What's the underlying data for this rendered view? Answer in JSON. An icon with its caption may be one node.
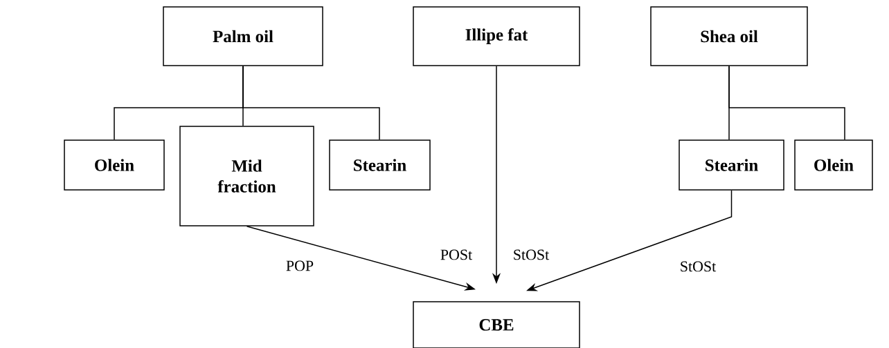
{
  "diagram": {
    "nodes": [
      {
        "text": [
          "Palm oil"
        ]
      },
      {
        "text": [
          "Illipe fat"
        ]
      },
      {
        "text": [
          "Shea oil"
        ]
      },
      {
        "text": [
          "Olein"
        ]
      },
      {
        "text": [
          "Mid fraction"
        ]
      },
      {
        "text": [
          "Stearin"
        ]
      },
      {
        "text": [
          "Stearin"
        ]
      },
      {
        "text": [
          "Olein"
        ]
      },
      {
        "text": [
          "CBE"
        ]
      }
    ],
    "edges": [
      {
        "from": 0,
        "to": 3,
        "arrow": "none"
      },
      {
        "from": 0,
        "to": 4,
        "arrow": "none"
      },
      {
        "from": 0,
        "to": 5,
        "arrow": "none"
      },
      {
        "from": 2,
        "to": 6,
        "arrow": "none"
      },
      {
        "from": 2,
        "to": 7,
        "arrow": "none"
      },
      {
        "from": 4,
        "to": 8,
        "arrow": "to",
        "label": "POP"
      },
      {
        "from": 1,
        "to": 8,
        "arrow": "to",
        "label": "POSt"
      },
      {
        "from": 6,
        "to": 8,
        "arrow": "to",
        "label": "StOSt"
      }
    ],
    "labels": [
      "StOSt"
    ]
  }
}
